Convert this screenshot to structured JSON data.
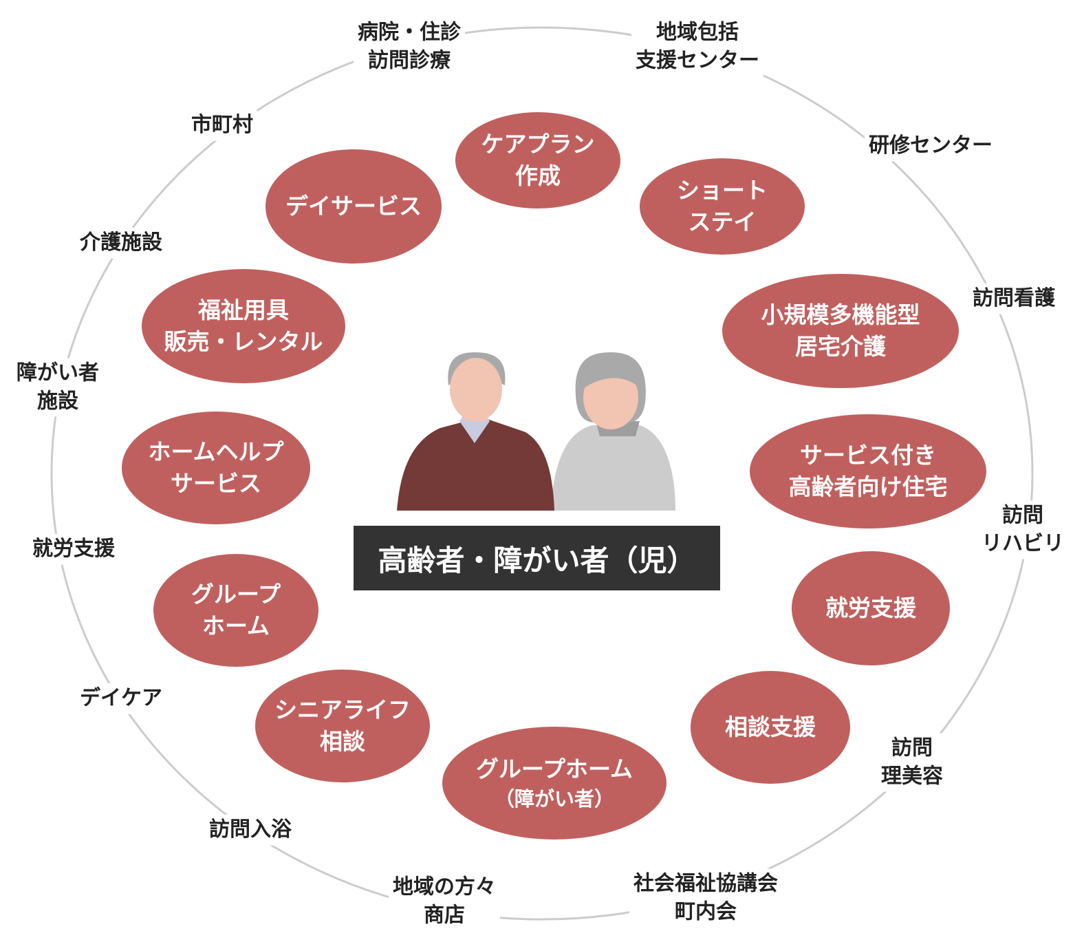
{
  "center": {
    "label": "高齢者・障がい者（児）"
  },
  "colors": {
    "bubble": "#c0605e",
    "ring": "#cccccc",
    "center_box": "#333333",
    "man_sweater": "#733a38",
    "woman_cardigan": "#cccccc",
    "skin": "#f2c4b2",
    "hair": "#a9a9a9"
  },
  "inner_services": [
    {
      "lines": [
        "ケアプラン",
        "作成"
      ]
    },
    {
      "lines": [
        "ショート",
        "ステイ"
      ]
    },
    {
      "lines": [
        "小規模多機能型",
        "居宅介護"
      ]
    },
    {
      "lines": [
        "サービス付き",
        "高齢者向け住宅"
      ]
    },
    {
      "lines": [
        "就労支援"
      ]
    },
    {
      "lines": [
        "相談支援"
      ]
    },
    {
      "lines": [
        "グループホーム",
        "（障がい者）"
      ]
    },
    {
      "lines": [
        "シニアライフ",
        "相談"
      ]
    },
    {
      "lines": [
        "グループ",
        "ホーム"
      ]
    },
    {
      "lines": [
        "ホームヘルプ",
        "サービス"
      ]
    },
    {
      "lines": [
        "福祉用具",
        "販売・レンタル"
      ]
    },
    {
      "lines": [
        "デイサービス"
      ]
    }
  ],
  "outer_resources": [
    {
      "lines": [
        "病院・住診",
        "訪問診療"
      ]
    },
    {
      "lines": [
        "地域包括",
        "支援センター"
      ]
    },
    {
      "lines": [
        "研修センター"
      ]
    },
    {
      "lines": [
        "訪問看護"
      ]
    },
    {
      "lines": [
        "訪問",
        "リハビリ"
      ]
    },
    {
      "lines": [
        "訪問",
        "理美容"
      ]
    },
    {
      "lines": [
        "社会福祉協講会",
        "町内会"
      ]
    },
    {
      "lines": [
        "地域の方々",
        "商店"
      ]
    },
    {
      "lines": [
        "訪問入浴"
      ]
    },
    {
      "lines": [
        "デイケア"
      ]
    },
    {
      "lines": [
        "就労支援"
      ]
    },
    {
      "lines": [
        "障がい者",
        "施設"
      ]
    },
    {
      "lines": [
        "介護施設"
      ]
    },
    {
      "lines": [
        "市町村"
      ]
    }
  ]
}
